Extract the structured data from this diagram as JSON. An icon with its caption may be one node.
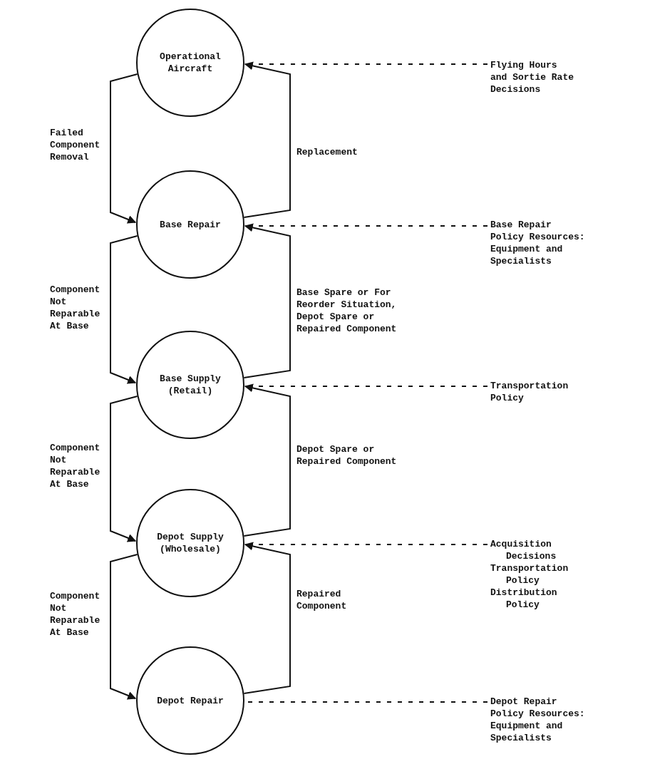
{
  "diagram": {
    "nodes": [
      {
        "text": [
          "Operational Aircraft"
        ]
      },
      {
        "text": [
          "Base Repair"
        ]
      },
      {
        "text": [
          "Base Supply (Retail)"
        ]
      },
      {
        "text": [
          "Depot Supply (Wholesale)"
        ]
      },
      {
        "text": [
          "Depot Repair"
        ]
      },
      {
        "text": [
          "Flying Hours and Sortie Rate Decisions"
        ]
      },
      {
        "text": [
          "Base Repair Policy Resources: Equipment and Specialists"
        ]
      },
      {
        "text": [
          "Transportation Policy"
        ]
      },
      {
        "text": [
          "Acquisition Decisions",
          "Transportation Policy",
          "Distribution Policy"
        ]
      },
      {
        "text": [
          "Depot Repair Policy Resources: Equipment and Specialists"
        ]
      }
    ],
    "edges": [
      {
        "from": 0,
        "to": 1,
        "arrow": "to",
        "label": "Failed Component Removal"
      },
      {
        "from": 1,
        "to": 0,
        "arrow": "to",
        "label": "Replacement"
      },
      {
        "from": 1,
        "to": 2,
        "arrow": "to",
        "label": "Component Not Reparable At Base"
      },
      {
        "from": 2,
        "to": 1,
        "arrow": "to",
        "label": "Base Spare or For Reorder Situation, Depot Spare or Repaired Component"
      },
      {
        "from": 2,
        "to": 3,
        "arrow": "to",
        "label": "Component Not Reparable At Base"
      },
      {
        "from": 3,
        "to": 2,
        "arrow": "to",
        "label": "Depot Spare or Repaired Component"
      },
      {
        "from": 3,
        "to": 4,
        "arrow": "to",
        "label": "Component Not Reparable At Base"
      },
      {
        "from": 4,
        "to": 3,
        "arrow": "to",
        "label": "Repaired Component"
      },
      {
        "from": 5,
        "to": 0,
        "arrow": "none",
        "style": "dashed"
      },
      {
        "from": 6,
        "to": 1,
        "arrow": "none",
        "style": "dashed"
      },
      {
        "from": 7,
        "to": 2,
        "arrow": "none",
        "style": "dashed"
      },
      {
        "from": 8,
        "to": 3,
        "arrow": "none",
        "style": "dashed"
      },
      {
        "from": 9,
        "to": 4,
        "arrow": "none",
        "style": "dashed"
      }
    ]
  }
}
